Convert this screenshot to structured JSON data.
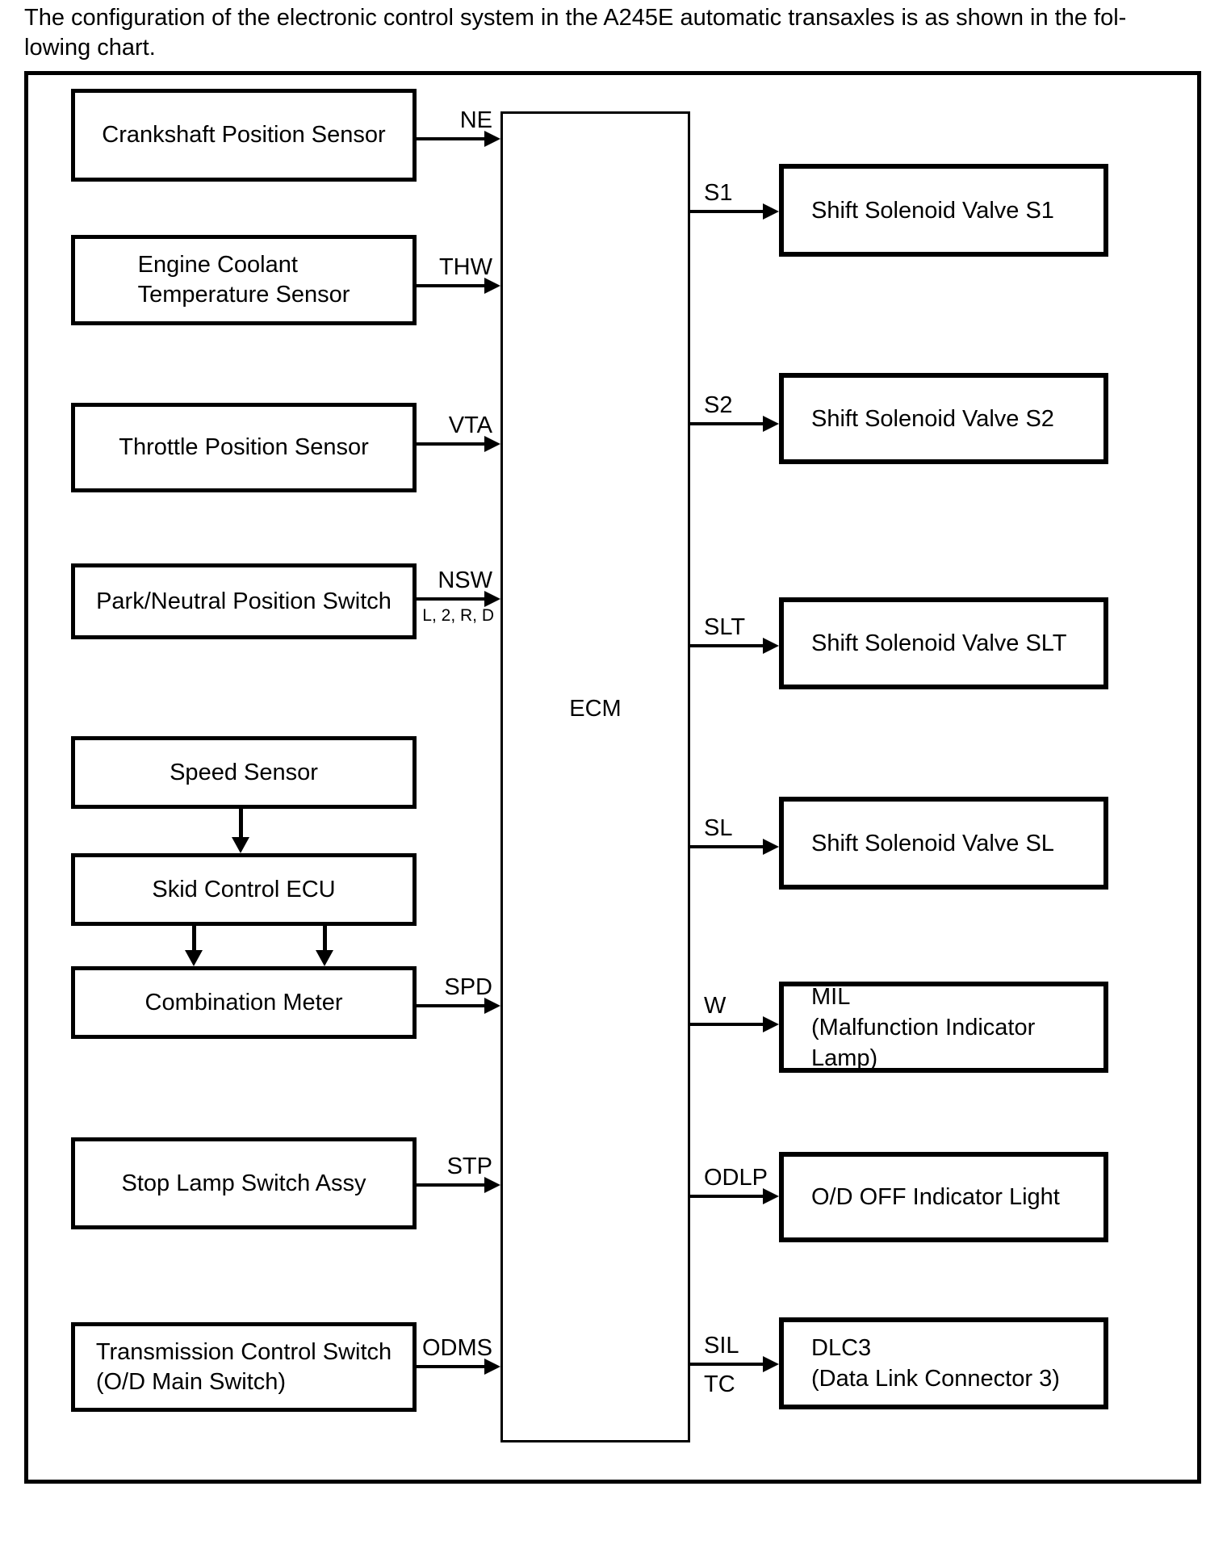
{
  "title": {
    "line1": "The configuration of the electronic control system in the A245E automatic transaxles is as shown in the fol-",
    "line2": "lowing chart."
  },
  "ecm": {
    "label": "ECM"
  },
  "inputs": [
    {
      "label": "Crankshaft Position Sensor",
      "signal": "NE"
    },
    {
      "lines": [
        "Engine Coolant",
        "Temperature Sensor"
      ],
      "signal": "THW"
    },
    {
      "label": "Throttle Position Sensor",
      "signal": "VTA"
    },
    {
      "label": "Park/Neutral Position Switch",
      "signal": "NSW",
      "signal_sub": "L, 2, R, D"
    },
    {
      "label": "Speed Sensor"
    },
    {
      "label": "Skid Control ECU"
    },
    {
      "label": "Combination Meter",
      "signal": "SPD"
    },
    {
      "label": "Stop Lamp Switch Assy",
      "signal": "STP"
    },
    {
      "lines": [
        "Transmission Control Switch",
        "(O/D Main Switch)"
      ],
      "signal": "ODMS"
    }
  ],
  "outputs": [
    {
      "label": "Shift Solenoid Valve S1",
      "signal": "S1"
    },
    {
      "label": "Shift Solenoid Valve S2",
      "signal": "S2"
    },
    {
      "label": "Shift Solenoid Valve SLT",
      "signal": "SLT"
    },
    {
      "label": "Shift Solenoid Valve SL",
      "signal": "SL"
    },
    {
      "lines": [
        "MIL",
        "(Malfunction Indicator Lamp)"
      ],
      "signal": "W"
    },
    {
      "label": "O/D OFF Indicator Light",
      "signal": "ODLP"
    },
    {
      "lines": [
        "DLC3",
        "(Data Link Connector 3)"
      ],
      "signal": "SIL",
      "signal_sub": "TC"
    }
  ]
}
